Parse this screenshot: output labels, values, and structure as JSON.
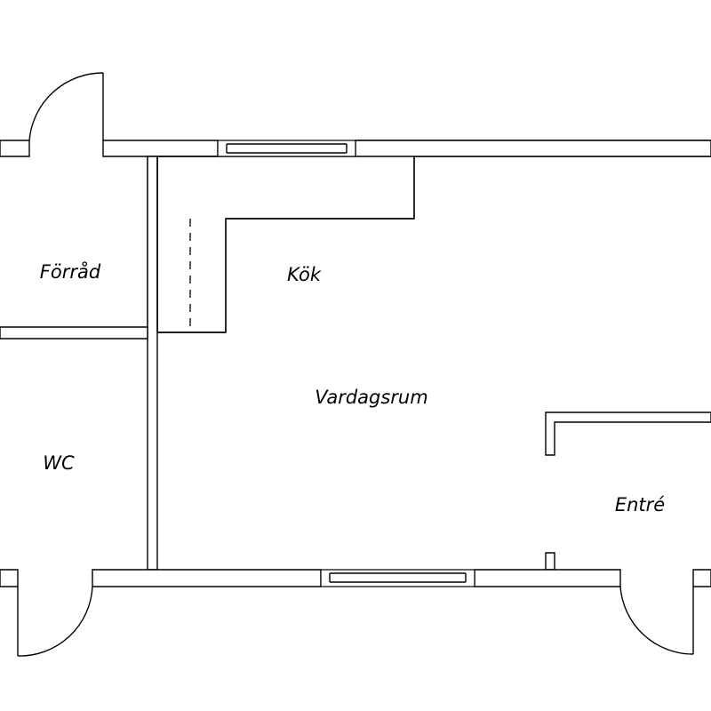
{
  "plan": {
    "line_color": "#000000",
    "background": "#ffffff",
    "rooms": {
      "storage": "Förråd",
      "kitchen": "Kök",
      "living": "Vardagsrum",
      "wc": "WC",
      "entrance": "Entré"
    }
  }
}
